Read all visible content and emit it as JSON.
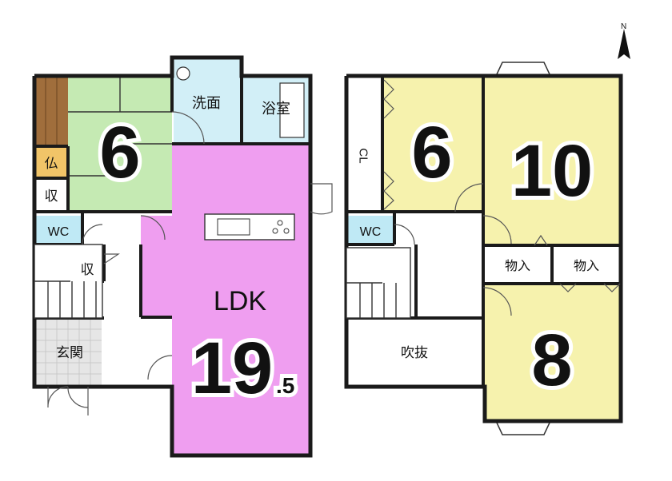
{
  "compass": {
    "label": "N"
  },
  "floor1": {
    "japanese_room": {
      "size": "6"
    },
    "butsudan": {
      "label": "仏"
    },
    "storage_1": {
      "label": "収"
    },
    "wc": {
      "label": "WC"
    },
    "storage_2": {
      "label": "収"
    },
    "entrance": {
      "label": "玄関"
    },
    "washroom": {
      "label": "洗面"
    },
    "bathroom": {
      "label": "浴室"
    },
    "ldk": {
      "label": "LDK",
      "size_main": "19",
      "size_decimal": ".5"
    }
  },
  "floor2": {
    "room_a": {
      "size": "6"
    },
    "closet": {
      "label": "CL"
    },
    "room_b": {
      "size": "10"
    },
    "wc": {
      "label": "WC"
    },
    "closet_1": {
      "label": "物入"
    },
    "closet_2": {
      "label": "物入"
    },
    "void": {
      "label": "吹抜"
    },
    "room_c": {
      "size": "8"
    }
  }
}
